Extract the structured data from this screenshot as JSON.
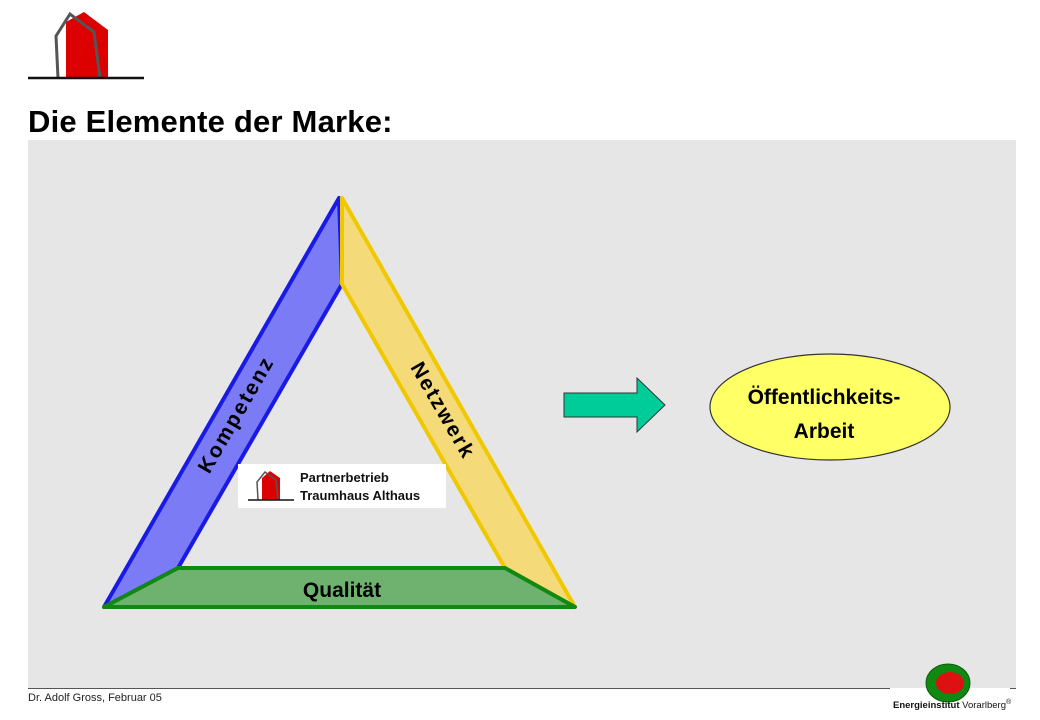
{
  "header": {
    "title": "Die Elemente der Marke:"
  },
  "diagram": {
    "sides": {
      "left": "Kompetenz",
      "right": "Netzwerk",
      "bottom": "Qualität"
    },
    "center_logo": {
      "line1": "Partnerbetrieb",
      "line2": "Traumhaus Althaus"
    },
    "result": {
      "line1": "Öffentlichkeits-",
      "line2": "Arbeit"
    },
    "colors": {
      "blue_fill": "#7b7bf5",
      "blue_stroke": "#1a1ae6",
      "yellow_fill": "#f5da7a",
      "yellow_stroke": "#f0c800",
      "green_fill": "#6fb26f",
      "green_stroke": "#118811",
      "arrow_fill": "#00cc99",
      "ellipse_fill": "#ffff66",
      "house_red": "#dd0000"
    }
  },
  "footer": {
    "author_date": "Dr. Adolf Gross, Februar 05",
    "institute_bold": "Energieinstitut",
    "institute_rest": " Vorarlberg",
    "institute_mark": "®"
  }
}
